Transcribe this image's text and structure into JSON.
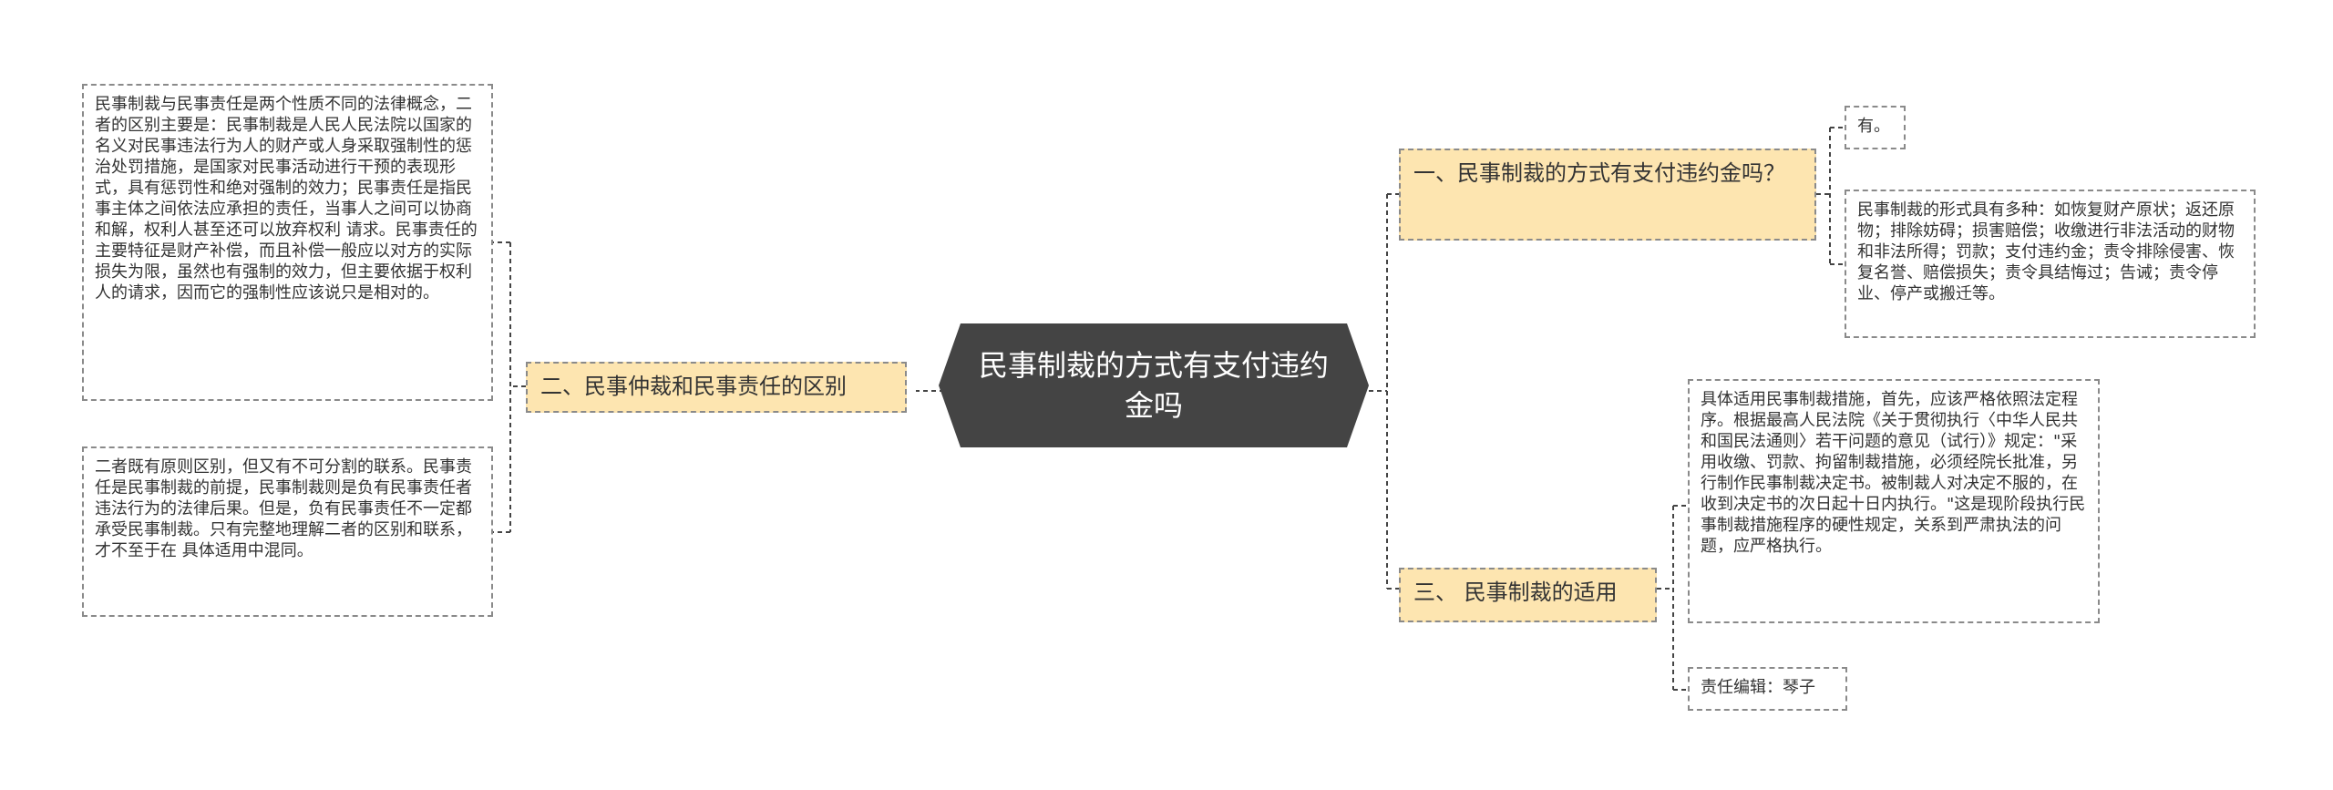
{
  "central": {
    "text": "民事制裁的方式有支付违约金吗"
  },
  "right_topics": [
    {
      "title": "一、民事制裁的方式有支付违约金吗？",
      "children": [
        "有。",
        "民事制裁的形式具有多种：如恢复财产原状；返还原物；排除妨碍；损害赔偿；收缴进行非法活动的财物和非法所得；罚款；支付违约金；责令排除侵害、恢复名誉、赔偿损失；责令具结悔过；告诫；责令停业、停产或搬迁等。"
      ]
    },
    {
      "title": "三、 民事制裁的适用",
      "children": [
        "具体适用民事制裁措施，首先，应该严格依照法定程序。根据最高人民法院《关于贯彻执行〈中华人民共和国民法通则〉若干问题的意见（试行）》规定：\"采用收缴、罚款、拘留制裁措施，必须经院长批准，另行制作民事制裁决定书。被制裁人对决定不服的，在收到决定书的次日起十日内执行。\"这是现阶段执行民事制裁措施程序的硬性规定，关系到严肃执法的问题，应严格执行。",
        "责任编辑：琴子"
      ]
    }
  ],
  "left_topics": [
    {
      "title": "二、民事仲裁和民事责任的区别",
      "children": [
        "民事制裁与民事责任是两个性质不同的法律概念，二者的区别主要是：民事制裁是人民人民法院以国家的名义对民事违法行为人的财产或人身采取强制性的惩治处罚措施，是国家对民事活动进行干预的表现形式，具有惩罚性和绝对强制的效力；民事责任是指民事主体之间依法应承担的责任，当事人之间可以协商和解，权利人甚至还可以放弃权利 请求。民事责任的主要特征是财产补偿，而且补偿一般应以对方的实际损失为限，虽然也有强制的效力，但主要依据于权利人的请求，因而它的强制性应该说只是相对的。",
        "二者既有原则区别，但又有不可分割的联系。民事责任是民事制裁的前提，民事制裁则是负有民事责任者违法行为的法律后果。但是，负有民事责任不一定都承受民事制裁。只有完整地理解二者的区别和联系，才不至于在 具体适用中混同。"
      ]
    }
  ],
  "colors": {
    "central_bg": "#444444",
    "topic_bg": "#fde5b0",
    "border": "#8a8a8a",
    "connector": "#444444"
  }
}
